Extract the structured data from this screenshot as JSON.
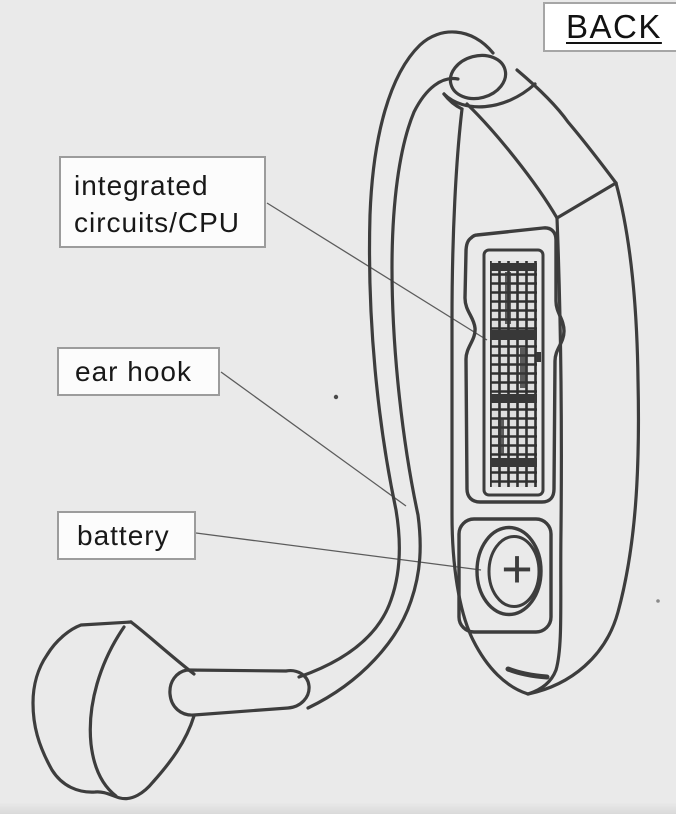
{
  "colors": {
    "background": "#eaeaea",
    "ink": "#3d3d3d",
    "leader_line": "#5c5c5c",
    "label_border": "#9c9c9c",
    "label_background": "#fcfcfc",
    "text": "#181818"
  },
  "back_button": {
    "label": "BACK"
  },
  "labels": {
    "integrated_circuits": "integrated circuits/CPU",
    "ear_hook": "ear hook",
    "battery": "battery"
  },
  "battery_symbol": "+"
}
